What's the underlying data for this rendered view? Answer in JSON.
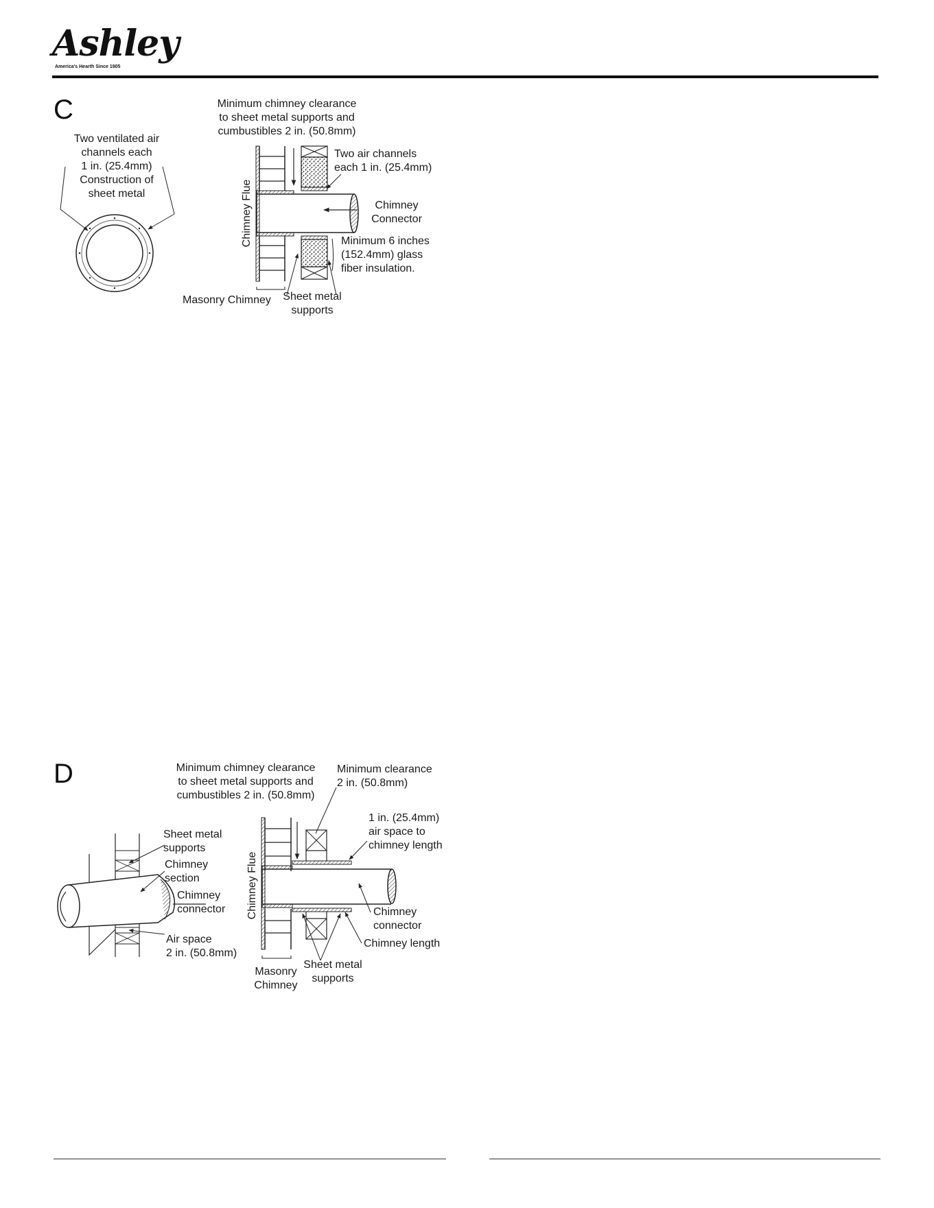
{
  "header": {
    "logo_text": "Ashley",
    "logo_tagline": "America's Hearth Since 1905"
  },
  "figure_c": {
    "letter": "C",
    "left_label": [
      "Two ventilated air",
      "channels each",
      "1 in. (25.4mm)",
      "Construction of",
      "sheet metal"
    ],
    "clearance_label": [
      "Minimum chimney clearance",
      "to sheet metal supports and",
      "cumbustibles 2 in. (50.8mm)"
    ],
    "air_channels_label": [
      "Two air channels",
      "each 1 in. (25.4mm)"
    ],
    "connector_label": [
      "Chimney",
      "Connector"
    ],
    "insulation_label": [
      "Minimum 6 inches",
      "(152.4mm) glass",
      "fiber insulation."
    ],
    "flue_label": "Chimney Flue",
    "masonry_label": "Masonry Chimney",
    "supports_label": [
      "Sheet metal",
      "supports"
    ]
  },
  "figure_d": {
    "letter": "D",
    "clearance_label": [
      "Minimum chimney clearance",
      "to sheet metal supports and",
      "cumbustibles 2 in. (50.8mm)"
    ],
    "min_clearance_label": [
      "Minimum clearance",
      "2 in. (50.8mm)"
    ],
    "air_space_length_label": [
      "1 in. (25.4mm)",
      "air space to",
      "chimney length"
    ],
    "left_supports_label": [
      "Sheet metal",
      "supports"
    ],
    "section_label": [
      "Chimney",
      "section"
    ],
    "left_connector_label": [
      "Chimney",
      "connector"
    ],
    "air_space_label": [
      "Air space",
      "2 in. (50.8mm)"
    ],
    "flue_label": "Chimney Flue",
    "right_connector_label": [
      "Chimney",
      "connector"
    ],
    "length_label": "Chimney length",
    "masonry_label": [
      "Masonry",
      "Chimney"
    ],
    "supports_label": [
      "Sheet metal",
      "supports"
    ]
  }
}
